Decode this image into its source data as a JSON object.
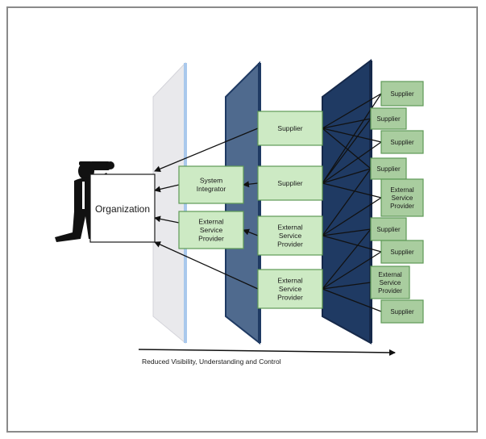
{
  "organization": {
    "label": "Organization"
  },
  "tier1": [
    {
      "lines": [
        "System",
        "Integrator"
      ]
    },
    {
      "lines": [
        "External",
        "Service",
        "Provider"
      ]
    }
  ],
  "tier2": [
    {
      "lines": [
        "Supplier"
      ]
    },
    {
      "lines": [
        "Supplier"
      ]
    },
    {
      "lines": [
        "External",
        "Service",
        "Provider"
      ]
    },
    {
      "lines": [
        "External",
        "Service",
        "Provider"
      ]
    }
  ],
  "tier3": [
    {
      "lines": [
        "Supplier"
      ]
    },
    {
      "lines": [
        "Supplier"
      ]
    },
    {
      "lines": [
        "Supplier"
      ]
    },
    {
      "lines": [
        "Supplier"
      ]
    },
    {
      "lines": [
        "External",
        "Service",
        "Provider"
      ]
    },
    {
      "lines": [
        "Supplier"
      ]
    },
    {
      "lines": [
        "Supplier"
      ]
    },
    {
      "lines": [
        "External",
        "Service",
        "Provider"
      ]
    },
    {
      "lines": [
        "Supplier"
      ]
    }
  ],
  "axis": {
    "label": "Reduced Visibility, Understanding  and Control"
  },
  "colors": {
    "box_fill": "#cdeac4",
    "box_fill_far": "#a9cd9f",
    "box_stroke": "#5f9a57",
    "panel_dark": "#1f3a63",
    "panel_mid": "#4f6a8e",
    "panel_light": "#e9e9ec",
    "panel_light_edge": "#a9c8ec"
  }
}
